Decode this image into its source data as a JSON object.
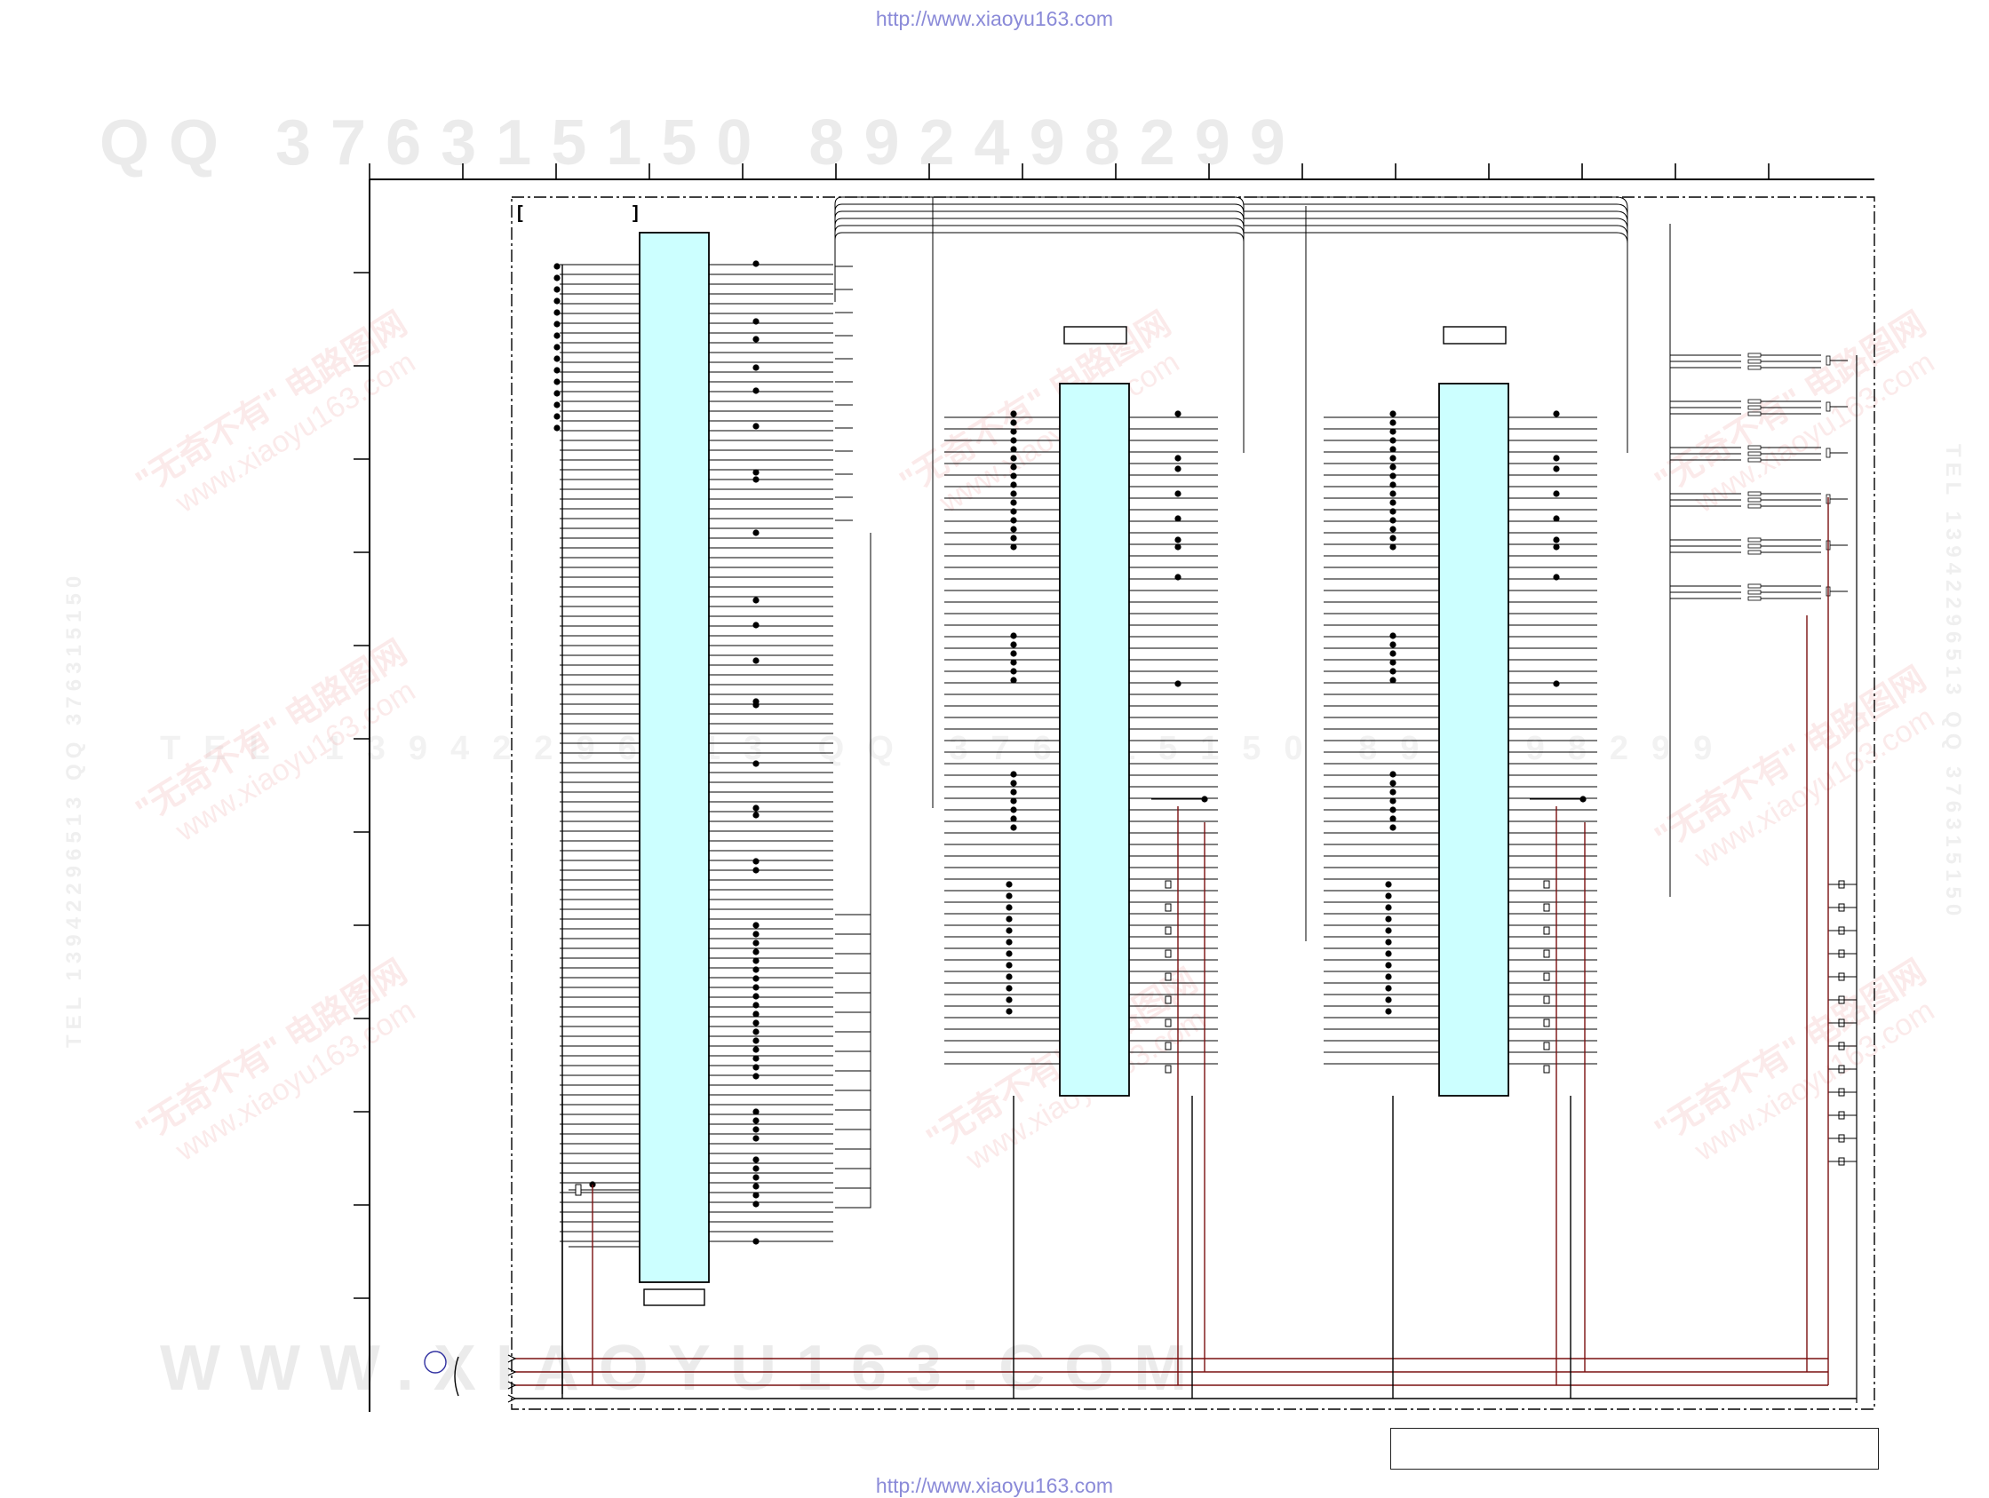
{
  "header": {
    "url": "http://www.xiaoyu163.com"
  },
  "footer": {
    "url": "http://www.xiaoyu163.com"
  },
  "watermark": {
    "top_row": "QQ 376315150  892498299",
    "middle_row": "TEL 13942296513  QQ 376315150 892498299",
    "bottom_row": "WWW.XIAOYU163.COM",
    "stamp_line1": "\"无奇不有\" 电路图网",
    "stamp_line2": "www.xiaoyu163.com",
    "side_left": "TEL 13942296513 QQ 376315150",
    "side_right": "TEL 13942296513 QQ 376315150"
  },
  "schematic": {
    "ic_fill": "#ccffff",
    "wire_color": "#000000",
    "power_wire_color": "#7a1010",
    "frame_style": "dash-dot",
    "block_bracket_left": "[",
    "block_bracket_right": "]"
  }
}
